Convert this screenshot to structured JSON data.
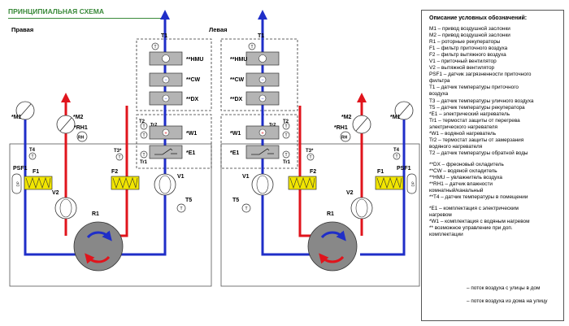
{
  "header": {
    "title": "ПРИНЦИПИАЛЬНАЯ СХЕМА"
  },
  "sides": {
    "right": "Правая",
    "left": "Левая"
  },
  "labels": {
    "T1": "T1",
    "HMU": "**HMU",
    "CW": "**CW",
    "DX": "**DX",
    "W1": "*W1",
    "E1": "*E1",
    "T2": "T2",
    "Tr2": "Tr2",
    "Tr1": "Tr1",
    "M1": "*M1",
    "M2": "*M2",
    "RH1": "*RH1",
    "RH": "RH",
    "T4": "T4",
    "T3": "T3*",
    "PSF1": "PSF1",
    "F1": "F1",
    "F2": "F2",
    "V1": "V1",
    "V2": "V2",
    "R1": "R1",
    "T5": "T5",
    "T": "T",
    "DP": "DP"
  },
  "legend": {
    "title": "Описание условных обозначений:",
    "lines": [
      "M1 – привод воздушной заслонки",
      "M2 – привод воздушной заслонки",
      "R1 – роторные рекуператоры",
      "F1 – фильтр приточного воздуха",
      "F2 – фильтр вытяжного воздуха",
      "V1 – приточный вентилятор",
      "V2 – вытяжной вентилятор",
      "PSF1 – датчик загрязненности приточного",
      "фильтра",
      "T1 – датчик температуры приточного",
      "воздуха",
      "T3 – датчик температуры уличного воздуха",
      "T5 – датчик температуры рекуператора",
      "*E1 – электрический нагреватель",
      "Tr1 – термостат защиты от перегрева",
      "электрического нагревателя",
      "*W1 – водяной нагреватель",
      "Tr2 – термостат защиты от замерзания",
      "водяного нагревателя",
      "T2 – датчик температуры обратной воды",
      "",
      "**DX – фреоновый охладитель",
      "**CW – водяной охладитель",
      "**HMU – увлажнитель воздуха",
      "**RH1 – датчик влажности",
      "комнатный/канальный",
      "**T4 – датчик температуры в помещении",
      "",
      "*E1 – комплектация с электрическим",
      "нагревом",
      "*W1 – комплектация с водяным нагревом",
      "** возможное управление при доп.",
      "комплектации"
    ],
    "arrow_supply": "– поток воздуха с улицы в дом",
    "arrow_exhaust": "– поток воздуха из дома на улицу"
  },
  "colors": {
    "supply": "#1f2ec8",
    "exhaust": "#e0141c",
    "filter": "#f2e600",
    "title": "#3a8a3a"
  }
}
